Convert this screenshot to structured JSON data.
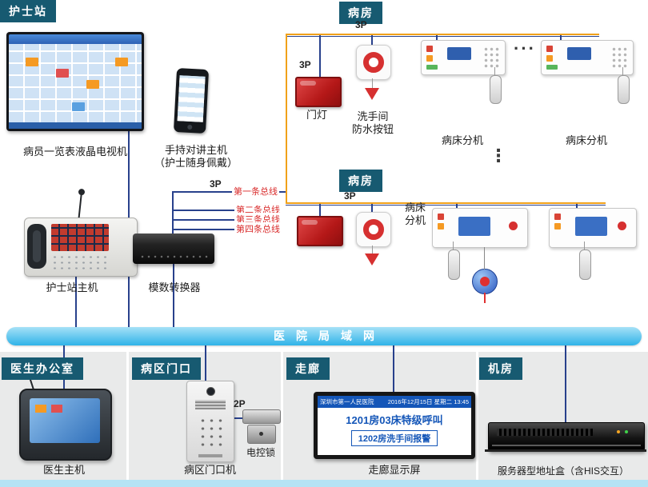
{
  "colors": {
    "label_bg": "#175a71",
    "lan_a": "#a6e1f7",
    "lan_b": "#2fb3e8",
    "wire_o": "#f0a11a",
    "wire_n": "#28418c",
    "bus_red": "#d92b2b",
    "disp_blue": "#1456b8"
  },
  "nurse_station": {
    "label": "护士站",
    "tv_caption": "病员一览表液晶电视机",
    "handheld_caption1": "手持对讲主机",
    "handheld_caption2": "（护士随身佩戴）",
    "host_caption": "护士站主机",
    "converter_caption": "模数转换器"
  },
  "bus": {
    "lines": [
      "第一条总线",
      "第二条总线",
      "第三条总线",
      "第四条总线"
    ]
  },
  "ward1": {
    "label": "病房",
    "door_light": "门灯",
    "button_caption1": "洗手间",
    "button_caption2": "防水按钮",
    "bed_caption": "病床分机"
  },
  "ward2": {
    "label": "病房",
    "bed_caption1": "病床",
    "bed_caption2": "分机"
  },
  "misc": {
    "p3": "3P",
    "p2": "2P",
    "dots_h": "···",
    "dots_v": "⋮"
  },
  "lan": {
    "label": "医院局域网"
  },
  "bottom": {
    "doctor_office": {
      "label": "医生办公室",
      "caption": "医生主机"
    },
    "entrance": {
      "label": "病区门口",
      "caption": "病区门口机",
      "lock_caption": "电控锁"
    },
    "corridor": {
      "label": "走廊",
      "caption": "走廊显示屏",
      "screen": {
        "header_left": "深圳市第一人民医院",
        "header_right": "2016年12月15日 星期二 13:45",
        "alert1": "1201房03床特级呼叫",
        "alert2": "1202房洗手间报警"
      }
    },
    "machine_room": {
      "label": "机房",
      "caption": "服务器型地址盒（含HIS交互）"
    }
  }
}
